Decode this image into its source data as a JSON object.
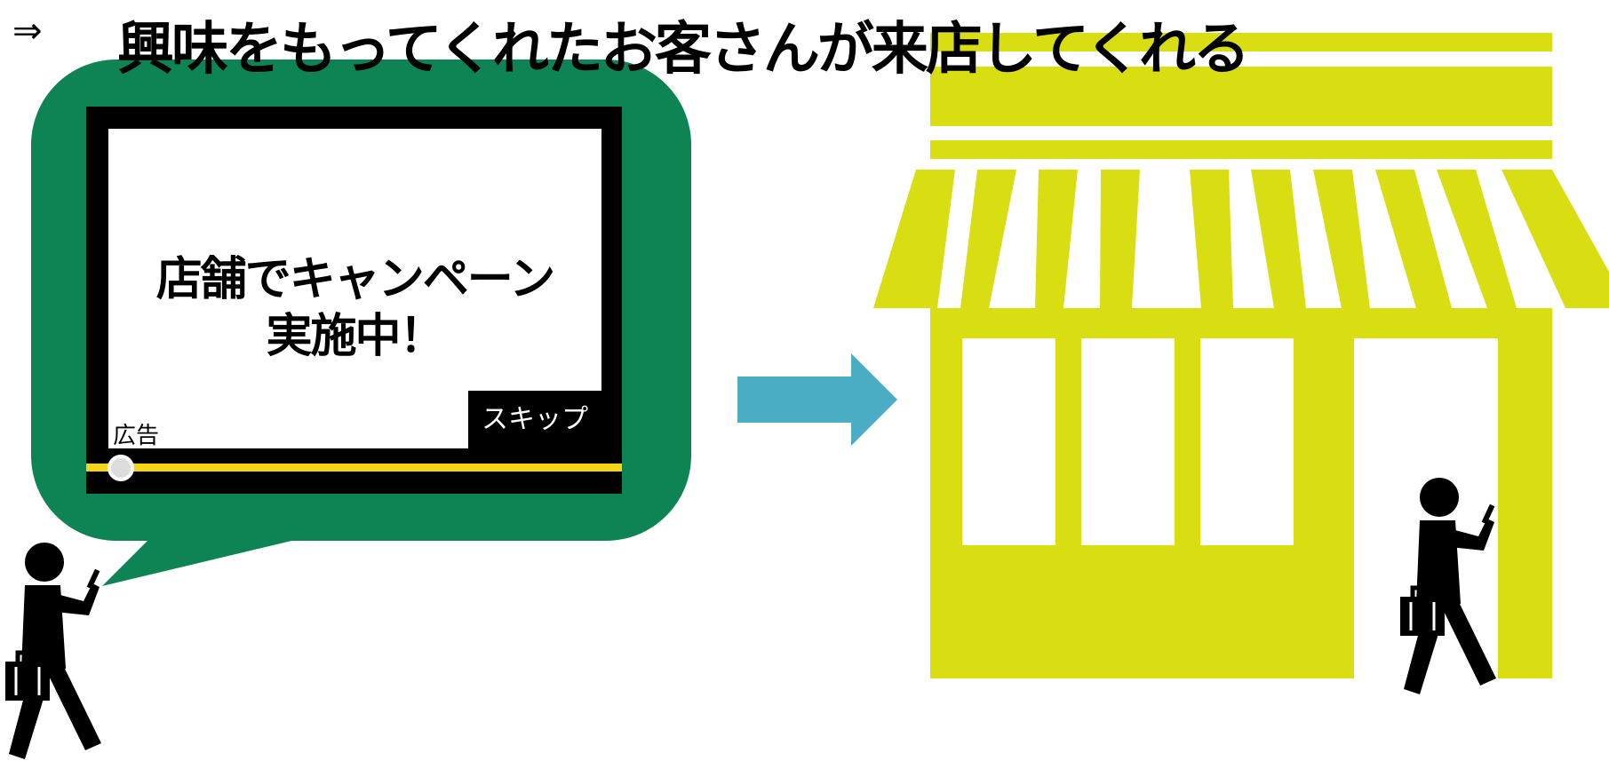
{
  "header": {
    "prefix": "⇒",
    "text": "興味をもってくれたお客さんが来店してくれる"
  },
  "ad": {
    "title_line1": "店舗でキャンペーン",
    "title_line2": "実施中！",
    "skip_label": "スキップ",
    "ad_label": "広告"
  },
  "colors": {
    "bubble": "#0e8455",
    "store": "#d8de12",
    "arrow": "#4badc4",
    "progress": "#f6d417",
    "person": "#000000"
  },
  "icons": {
    "left_person": "walking-businessman-with-phone-icon",
    "right_person": "walking-businessman-with-phone-icon",
    "store": "storefront-icon",
    "flow_arrow": "right-arrow-icon"
  }
}
